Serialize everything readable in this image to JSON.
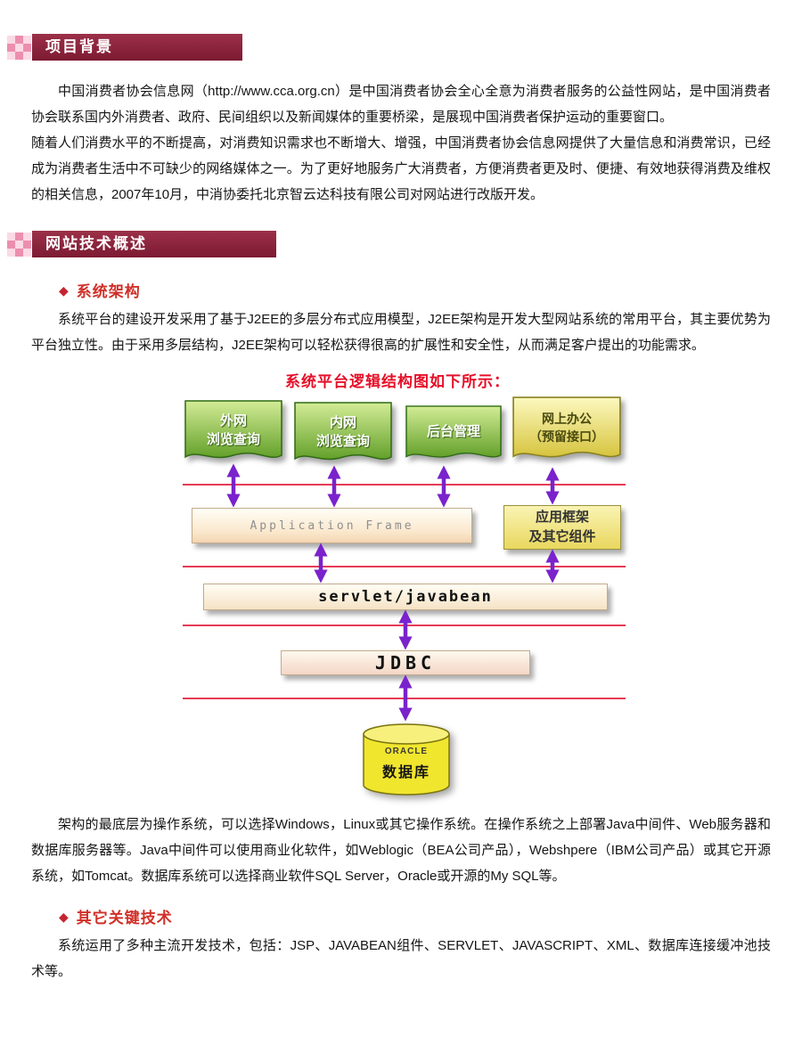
{
  "colors": {
    "header_bar_maroon": "#8c2340",
    "checker_pink": "#ec8fae",
    "section_heading_red": "#d03028",
    "diagram_title_red": "#e60f28",
    "separator_line_red": "#e73b55",
    "arrow_purple": "#7a22cc",
    "node_green": "#63a02a",
    "node_yellow": "#e9d75e"
  },
  "headers": {
    "h1": "项目背景",
    "h2": "网站技术概述"
  },
  "background": {
    "p1": "中国消费者协会信息网（http://www.cca.org.cn）是中国消费者协会全心全意为消费者服务的公益性网站，是中国消费者协会联系国内外消费者、政府、民间组织以及新闻媒体的重要桥梁，是展现中国消费者保护运动的重要窗口。",
    "p2": "随着人们消费水平的不断提高，对消费知识需求也不断增大、增强，中国消费者协会信息网提供了大量信息和消费常识，已经成为消费者生活中不可缺少的网络媒体之一。为了更好地服务广大消费者，方便消费者更及时、便捷、有效地获得消费及维权的相关信息，2007年10月，中消协委托北京智云达科技有限公司对网站进行改版开发。"
  },
  "tech": {
    "s1": {
      "bullet": "◆",
      "title": "系统架构",
      "p": "系统平台的建设开发采用了基于J2EE的多层分布式应用模型，J2EE架构是开发大型网站系统的常用平台，其主要优势为平台独立性。由于采用多层结构，J2EE架构可以轻松获得很高的扩展性和安全性，从而满足客户提出的功能需求。"
    },
    "after_p": "架构的最底层为操作系统，可以选择Windows，Linux或其它操作系统。在操作系统之上部署Java中间件、Web服务器和数据库服务器等。Java中间件可以使用商业化软件，如Weblogic（BEA公司产品），Webshpere（IBM公司产品）或其它开源系统，如Tomcat。数据库系统可以选择商业软件SQL Server，Oracle或开源的My SQL等。",
    "s2": {
      "bullet": "◆",
      "title": "其它关键技术",
      "p": "系统运用了多种主流开发技术，包括：JSP、JAVABEAN组件、SERVLET、JAVASCRIPT、XML、数据库连接缓冲池技术等。"
    }
  },
  "diagram": {
    "title": "系统平台逻辑结构图如下所示：",
    "nodes": [
      {
        "l1": "外网",
        "l2": "浏览查询"
      },
      {
        "l1": "内网",
        "l2": "浏览查询"
      },
      {
        "l1": "后台管理",
        "l2": ""
      },
      {
        "l1": "网上办公",
        "l2": "（预留接口）"
      }
    ],
    "app_frame": "Application Frame",
    "framework": {
      "l1": "应用框架",
      "l2": "及其它组件"
    },
    "servlet": "servlet/javabean",
    "jdbc": "JDBC",
    "db": {
      "l1": "ORACLE",
      "l2": "数据库"
    }
  }
}
